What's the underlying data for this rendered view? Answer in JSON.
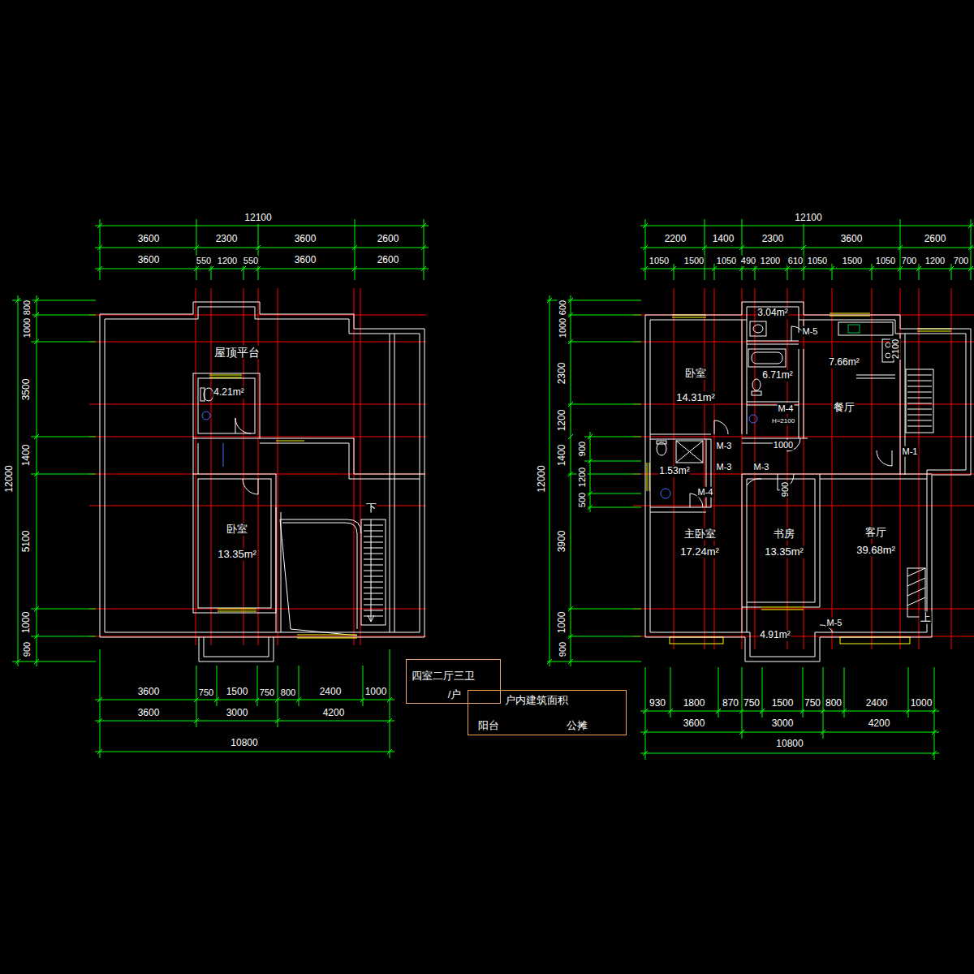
{
  "diagram": {
    "nodes": [
      {
        "text": [
          "屋顶平台"
        ]
      },
      {
        "text": [
          "4.21m²"
        ]
      },
      {
        "text": [
          "卧室",
          "13.35m²"
        ]
      },
      {
        "text": [
          "3.04m²"
        ]
      },
      {
        "text": [
          "7.66m²"
        ]
      },
      {
        "text": [
          "6.71m²"
        ]
      },
      {
        "text": [
          "卧室",
          "14.31m²"
        ]
      },
      {
        "text": [
          "餐厅"
        ]
      },
      {
        "text": [
          "1.53m²"
        ]
      },
      {
        "text": [
          "主卧室",
          "17.24m²"
        ]
      },
      {
        "text": [
          "书房",
          "13.35m²"
        ]
      },
      {
        "text": [
          "客厅",
          "39.68m²"
        ]
      },
      {
        "text": [
          "4.91m²"
        ]
      },
      {
        "text": [
          "四室二厅三卫",
          "/户"
        ]
      },
      {
        "text": [
          "户内建筑面积",
          "阳台",
          "公摊"
        ]
      }
    ],
    "labels": [
      "12100",
      "3600",
      "2300",
      "3600",
      "2600",
      "3600",
      "550",
      "1200",
      "550",
      "3600",
      "2600",
      "12000",
      "800",
      "1000",
      "3500",
      "1400",
      "5100",
      "1000",
      "900",
      "下",
      "3600",
      "750",
      "1500",
      "750",
      "800",
      "2400",
      "1000",
      "3600",
      "3000",
      "4200",
      "10800",
      "12100",
      "2200",
      "1400",
      "2300",
      "3600",
      "2600",
      "1050",
      "1500",
      "1050",
      "490",
      "1200",
      "610",
      "1050",
      "1500",
      "1050",
      "700",
      "1200",
      "700",
      "12000",
      "600",
      "1000",
      "2300",
      "1200",
      "1400",
      "3900",
      "1000",
      "900",
      "900",
      "1200",
      "500",
      "M-5",
      "2100",
      "M-4",
      "H=2100",
      "M-3",
      "M-3",
      "M-3",
      "1000",
      "M-1",
      "M-4",
      "900",
      "M-5",
      "上",
      "930",
      "1800",
      "870",
      "750",
      "1500",
      "750",
      "800",
      "2400",
      "1000",
      "3600",
      "3000",
      "4200",
      "10800"
    ]
  }
}
